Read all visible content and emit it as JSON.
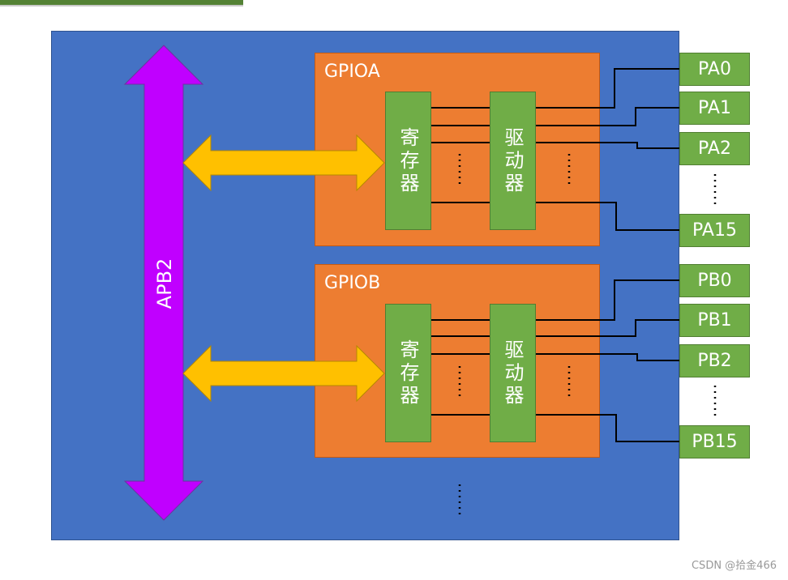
{
  "bus": {
    "label": "APB2"
  },
  "gpio_blocks": [
    {
      "title": "GPIOA",
      "register_label": "寄存器",
      "driver_label": "驱动器",
      "pins": [
        "PA0",
        "PA1",
        "PA2",
        "PA15"
      ]
    },
    {
      "title": "GPIOB",
      "register_label": "寄存器",
      "driver_label": "驱动器",
      "pins": [
        "PB0",
        "PB1",
        "PB2",
        "PB15"
      ]
    }
  ],
  "watermark": "CSDN @拾金466",
  "colors": {
    "chip": "#4472c4",
    "gpio": "#ed7d31",
    "block": "#70ad47",
    "bus_arrow": "#c000ff",
    "data_arrow": "#ffc000"
  }
}
